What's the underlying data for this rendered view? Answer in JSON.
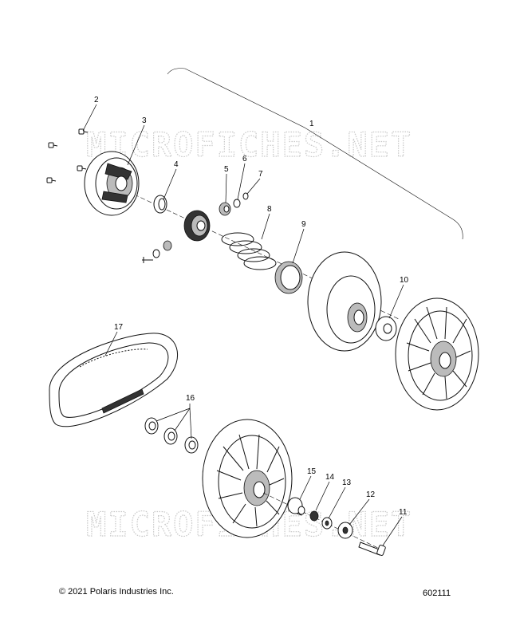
{
  "watermark": {
    "top": "MICROFICHES.NET",
    "bottom": "MICROFICHES.NET"
  },
  "callouts": [
    "1",
    "2",
    "3",
    "4",
    "5",
    "6",
    "7",
    "8",
    "9",
    "10",
    "11",
    "12",
    "13",
    "14",
    "15",
    "16",
    "17"
  ],
  "footer": {
    "copyright": "© 2021 Polaris Industries Inc.",
    "figure_number": "602111"
  }
}
